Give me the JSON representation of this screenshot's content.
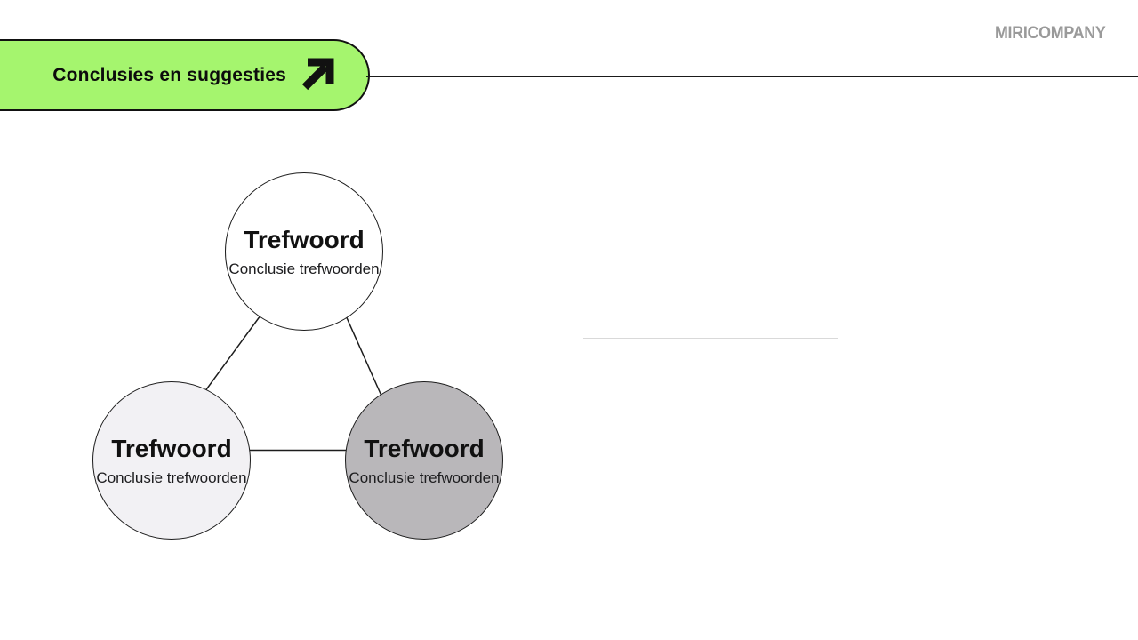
{
  "slide": {
    "header": {
      "title": "Conclusies en suggesties",
      "brand": "MIRICOMPANY",
      "arrow_icon": "arrow-up-right"
    },
    "diagram": {
      "nodes": [
        {
          "position": "top",
          "title": "Trefwoord",
          "subtitle": "Conclusie trefwoorden",
          "fill": "#ffffff"
        },
        {
          "position": "bottom-left",
          "title": "Trefwoord",
          "subtitle": "Conclusie trefwoorden",
          "fill": "#f2f1f4"
        },
        {
          "position": "bottom-right",
          "title": "Trefwoord",
          "subtitle": "Conclusie trefwoorden",
          "fill": "#b9b7ba"
        }
      ],
      "connections": [
        [
          "top",
          "bottom-left"
        ],
        [
          "top",
          "bottom-right"
        ],
        [
          "bottom-left",
          "bottom-right"
        ]
      ]
    },
    "colors": {
      "pill_green": "#a5f56e",
      "line_black": "#1a1a1a",
      "brand_gray": "#9a9a9a",
      "divider_gray": "#d9d9d9"
    }
  }
}
